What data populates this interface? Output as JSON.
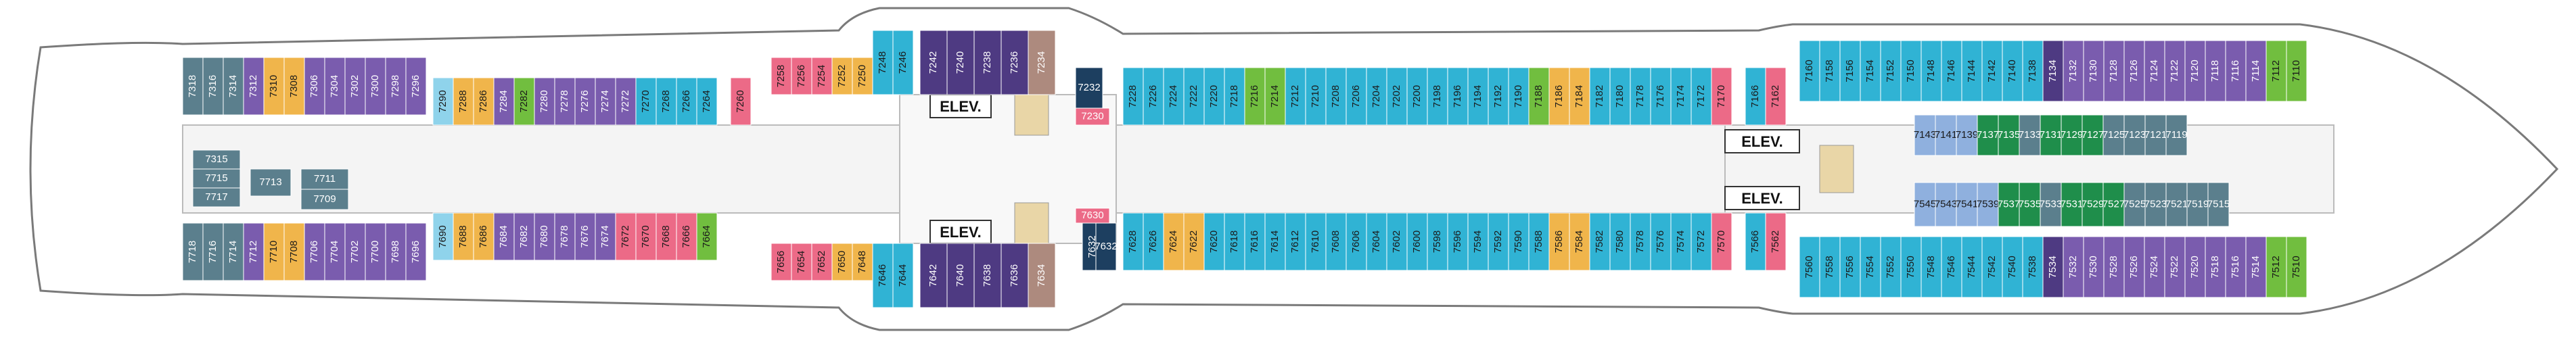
{
  "colors": {
    "hull": "#666666",
    "slate": "#5b7f8d",
    "cyan": "#30b3d4",
    "purple": "#7a5cae",
    "dark_purple": "#4e3a82",
    "pink": "#ec6a87",
    "orange": "#f0b54b",
    "green": "#71be3f",
    "dark_green": "#1f8e4b",
    "taupe": "#ad8a7e",
    "navy": "#1d3f60",
    "light_blue": "#8fb0de",
    "light_cyan": "#8fd3eb",
    "stairs": "#e9d6a7"
  },
  "icons": {
    "star": "star-icon",
    "connecting": "connecting-arrows-icon",
    "accessible": "wheelchair-icon",
    "obstructed": "obstructed-view-icon"
  },
  "elevators": [
    "ELEV.",
    "ELEV.",
    "ELEV.",
    "ELEV."
  ],
  "cabin_groups": [
    {
      "id": "aft-top",
      "color": "slate",
      "prefix": "7",
      "start": 318,
      "step": -2,
      "count": 3
    },
    {
      "id": "aft-top-2",
      "color": "purple",
      "prefix": "7",
      "start": 312,
      "step": -2,
      "count": 1
    },
    {
      "id": "aft-top-3",
      "color": "orange",
      "prefix": "7",
      "start": 310,
      "step": -2,
      "count": 2
    },
    {
      "id": "aft-top-4",
      "color": "purple",
      "prefix": "7",
      "start": 306,
      "step": -2,
      "count": 6
    },
    {
      "id": "aft-top-5",
      "color": "light_cyan",
      "prefix": "7",
      "start": 290,
      "step": -2,
      "count": 1
    },
    {
      "id": "aft-top-6",
      "color": "orange",
      "prefix": "7",
      "start": 288,
      "step": -2,
      "count": 2
    },
    {
      "id": "aft-top-7",
      "color": "purple",
      "prefix": "7",
      "start": 284,
      "step": -2,
      "count": 1
    },
    {
      "id": "aft-top-8",
      "color": "green",
      "prefix": "7",
      "start": 282,
      "step": -2,
      "count": 1
    },
    {
      "id": "aft-top-9",
      "color": "purple",
      "prefix": "7",
      "start": 280,
      "step": -2,
      "count": 5
    },
    {
      "id": "aft-top-10",
      "color": "cyan",
      "prefix": "7",
      "start": 270,
      "step": -2,
      "count": 4
    },
    {
      "id": "aft-top-11",
      "color": "pink",
      "prefix": "7",
      "start": 260,
      "step": -2,
      "count": 1
    },
    {
      "id": "mid-aft-top",
      "color": "pink",
      "prefix": "7",
      "start": 258,
      "step": -2,
      "count": 3
    },
    {
      "id": "mid-aft-top-2",
      "color": "orange",
      "prefix": "7",
      "start": 252,
      "step": -2,
      "count": 2
    },
    {
      "id": "mid-aft-top-3",
      "color": "cyan",
      "prefix": "7",
      "start": 248,
      "step": -2,
      "count": 2
    },
    {
      "id": "mid-aft-top-4",
      "color": "dark_purple",
      "prefix": "7",
      "start": 242,
      "step": -2,
      "count": 4
    },
    {
      "id": "mid-aft-top-5",
      "color": "taupe",
      "prefix": "7",
      "start": 234,
      "step": -2,
      "count": 1
    },
    {
      "id": "fwd-top",
      "color": "cyan",
      "prefix": "7",
      "start": 228,
      "step": -2,
      "count": 6
    },
    {
      "id": "fwd-top-2",
      "color": "green",
      "prefix": "7",
      "start": 216,
      "step": -2,
      "count": 2
    },
    {
      "id": "fwd-top-3",
      "color": "cyan",
      "prefix": "7",
      "start": 212,
      "step": -2,
      "count": 12
    },
    {
      "id": "fwd-top-4",
      "color": "green",
      "prefix": "7",
      "start": 188,
      "step": -2,
      "count": 1
    },
    {
      "id": "fwd-top-5",
      "color": "orange",
      "prefix": "7",
      "start": 186,
      "step": -2,
      "count": 2
    },
    {
      "id": "fwd-top-6",
      "color": "cyan",
      "prefix": "7",
      "start": 182,
      "step": -2,
      "count": 6
    },
    {
      "id": "fwd-top-7",
      "color": "pink",
      "prefix": "7",
      "start": 170,
      "step": -2,
      "count": 1
    },
    {
      "id": "fwd-top-8",
      "color": "cyan",
      "prefix": "7",
      "start": 166,
      "step": -2,
      "count": 1
    },
    {
      "id": "fwd-top-9",
      "color": "pink",
      "prefix": "7",
      "start": 162,
      "step": -2,
      "count": 1
    },
    {
      "id": "bow-top",
      "color": "cyan",
      "prefix": "7",
      "start": 160,
      "step": -2,
      "count": 12
    },
    {
      "id": "bow-top-2",
      "color": "dark_purple",
      "prefix": "7",
      "start": 134,
      "step": -2,
      "count": 1
    },
    {
      "id": "bow-top-3",
      "color": "purple",
      "prefix": "7",
      "start": 132,
      "step": -2,
      "count": 10
    },
    {
      "id": "bow-top-4",
      "color": "green",
      "prefix": "7",
      "start": 112,
      "step": -2,
      "count": 2
    },
    {
      "id": "aft-bot",
      "color": "slate",
      "prefix": "7",
      "start": 718,
      "step": -2,
      "count": 3
    },
    {
      "id": "aft-bot-2",
      "color": "purple",
      "prefix": "7",
      "start": 712,
      "step": -2,
      "count": 1
    },
    {
      "id": "aft-bot-3",
      "color": "orange",
      "prefix": "7",
      "start": 710,
      "step": -2,
      "count": 2
    },
    {
      "id": "aft-bot-4",
      "color": "purple",
      "prefix": "7",
      "start": 706,
      "step": -2,
      "count": 6
    },
    {
      "id": "aft-bot-5",
      "color": "light_cyan",
      "prefix": "7",
      "start": 690,
      "step": -2,
      "count": 1
    },
    {
      "id": "aft-bot-6",
      "color": "orange",
      "prefix": "7",
      "start": 688,
      "step": -2,
      "count": 2
    },
    {
      "id": "aft-bot-7",
      "color": "purple",
      "prefix": "7",
      "start": 684,
      "step": -2,
      "count": 6
    },
    {
      "id": "aft-bot-8",
      "color": "pink",
      "prefix": "7",
      "start": 672,
      "step": -2,
      "count": 4
    },
    {
      "id": "aft-bot-9",
      "color": "green",
      "prefix": "7",
      "start": 664,
      "step": -2,
      "count": 1
    },
    {
      "id": "mid-aft-bot",
      "color": "pink",
      "prefix": "7",
      "start": 656,
      "step": -2,
      "count": 3
    },
    {
      "id": "mid-aft-bot-2",
      "color": "orange",
      "prefix": "7",
      "start": 650,
      "step": -2,
      "count": 2
    },
    {
      "id": "mid-aft-bot-3",
      "color": "cyan",
      "prefix": "7",
      "start": 646,
      "step": -2,
      "count": 2
    },
    {
      "id": "mid-aft-bot-4",
      "color": "dark_purple",
      "prefix": "7",
      "start": 642,
      "step": -2,
      "count": 4
    },
    {
      "id": "mid-aft-bot-5",
      "color": "taupe",
      "prefix": "7",
      "start": 634,
      "step": -2,
      "count": 1
    },
    {
      "id": "fwd-bot",
      "color": "navy",
      "prefix": "7",
      "start": 632,
      "step": -2,
      "count": 1
    },
    {
      "id": "fwd-bot-2",
      "color": "cyan",
      "prefix": "7",
      "start": 628,
      "step": -2,
      "count": 2
    },
    {
      "id": "fwd-bot-3",
      "color": "orange",
      "prefix": "7",
      "start": 624,
      "step": -2,
      "count": 2
    },
    {
      "id": "fwd-bot-4",
      "color": "cyan",
      "prefix": "7",
      "start": 620,
      "step": -2,
      "count": 17
    },
    {
      "id": "fwd-bot-5",
      "color": "orange",
      "prefix": "7",
      "start": 586,
      "step": -2,
      "count": 2
    },
    {
      "id": "fwd-bot-6",
      "color": "cyan",
      "prefix": "7",
      "start": 582,
      "step": -2,
      "count": 6
    },
    {
      "id": "fwd-bot-7",
      "color": "pink",
      "prefix": "7",
      "start": 570,
      "step": -2,
      "count": 1
    },
    {
      "id": "fwd-bot-8",
      "color": "cyan",
      "prefix": "7",
      "start": 566,
      "step": -2,
      "count": 1
    },
    {
      "id": "fwd-bot-9",
      "color": "pink",
      "prefix": "7",
      "start": 562,
      "step": -2,
      "count": 1
    },
    {
      "id": "bow-bot",
      "color": "cyan",
      "prefix": "7",
      "start": 560,
      "step": -2,
      "count": 12
    },
    {
      "id": "bow-bot-2",
      "color": "dark_purple",
      "prefix": "7",
      "start": 534,
      "step": -2,
      "count": 1
    },
    {
      "id": "bow-bot-3",
      "color": "purple",
      "prefix": "7",
      "start": 532,
      "step": -2,
      "count": 10
    },
    {
      "id": "bow-bot-4",
      "color": "green",
      "prefix": "7",
      "start": 512,
      "step": -2,
      "count": 2
    }
  ],
  "extra_cabins": {
    "aft_interior": [
      "7315",
      "7715",
      "7717",
      "7713",
      "7711",
      "7709"
    ],
    "fwd_interior_top": [
      "7232",
      "7230"
    ],
    "fwd_interior_bot": [
      "7630",
      "7632"
    ],
    "bow_interior_top": [
      "7143",
      "7141",
      "7139",
      "7137",
      "7135",
      "7133",
      "7131",
      "7129",
      "7127",
      "7125",
      "7123",
      "7121",
      "7119"
    ],
    "bow_interior_bot": [
      "7545",
      "7543",
      "7541",
      "7539",
      "7537",
      "7535",
      "7533",
      "7531",
      "7529",
      "7527",
      "7525",
      "7523",
      "7521",
      "7519",
      "7515"
    ]
  }
}
